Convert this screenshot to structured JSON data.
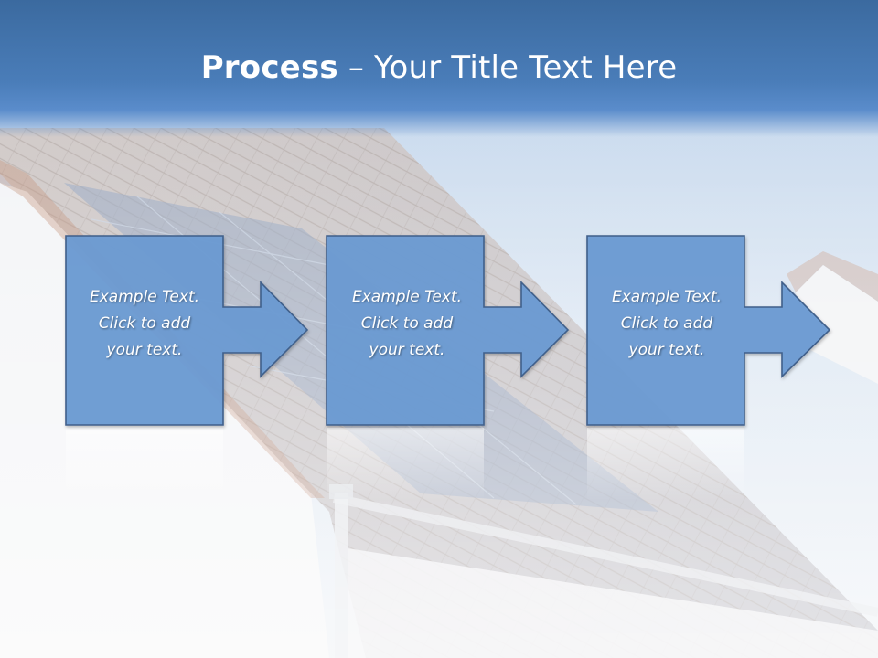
{
  "slide": {
    "title_bold": "Process",
    "title_rest": " – Your Title Text Here"
  },
  "steps": [
    {
      "line1": "Example Text.",
      "line2": "Click  to add",
      "line3": "your text."
    },
    {
      "line1": "Example Text.",
      "line2": "Click  to add",
      "line3": "your text."
    },
    {
      "line1": "Example Text.",
      "line2": "Click  to add",
      "line3": "your text."
    }
  ],
  "colors": {
    "header": "#4a7db9",
    "box_fill": "#6b9bd3",
    "box_stroke": "#3f5f8a",
    "text": "#ffffff"
  },
  "background": {
    "subject": "house-roof-with-solar-panels"
  }
}
